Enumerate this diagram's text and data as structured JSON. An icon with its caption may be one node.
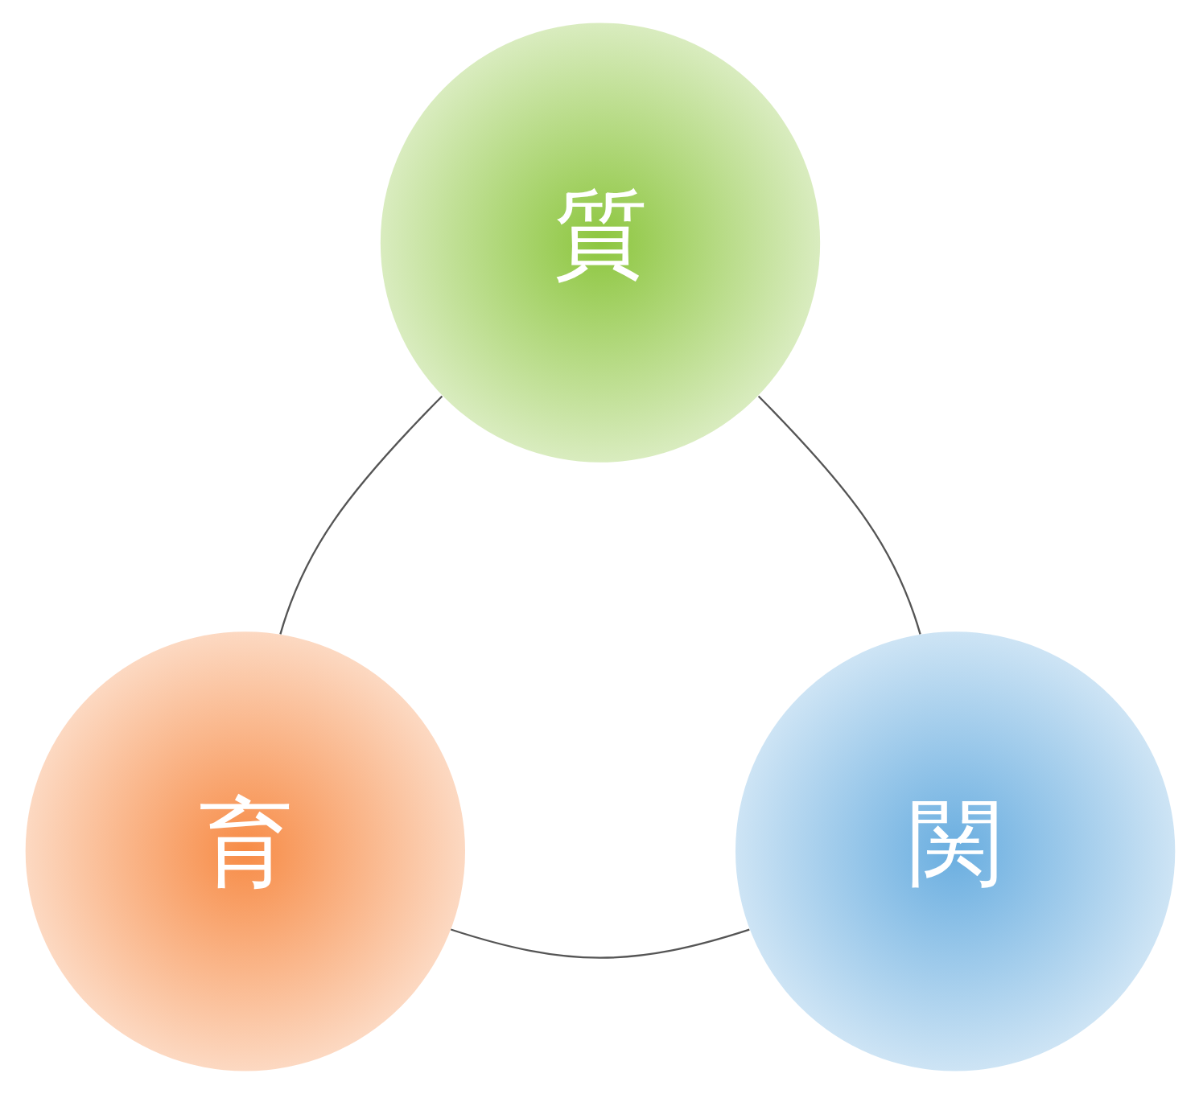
{
  "diagram": {
    "nodes": [
      {
        "text": [
          "質"
        ]
      },
      {
        "text": [
          "育"
        ]
      },
      {
        "text": [
          "関"
        ]
      }
    ],
    "edges": [
      {
        "from": 0,
        "to": 2,
        "arrow": "none"
      },
      {
        "from": 2,
        "to": 1,
        "arrow": "none"
      },
      {
        "from": 1,
        "to": 0,
        "arrow": "none"
      }
    ]
  }
}
